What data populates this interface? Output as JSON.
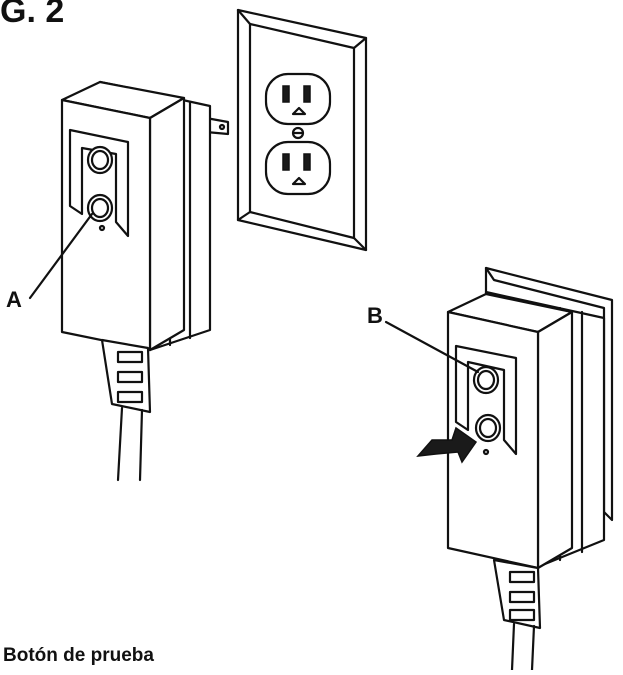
{
  "figure": {
    "title": "G. 2",
    "label_a": "A",
    "label_b": "B",
    "caption": "Botón de prueba"
  },
  "colors": {
    "ink": "#111111",
    "background": "#ffffff",
    "arrow_fill": "#1a1a1a"
  }
}
